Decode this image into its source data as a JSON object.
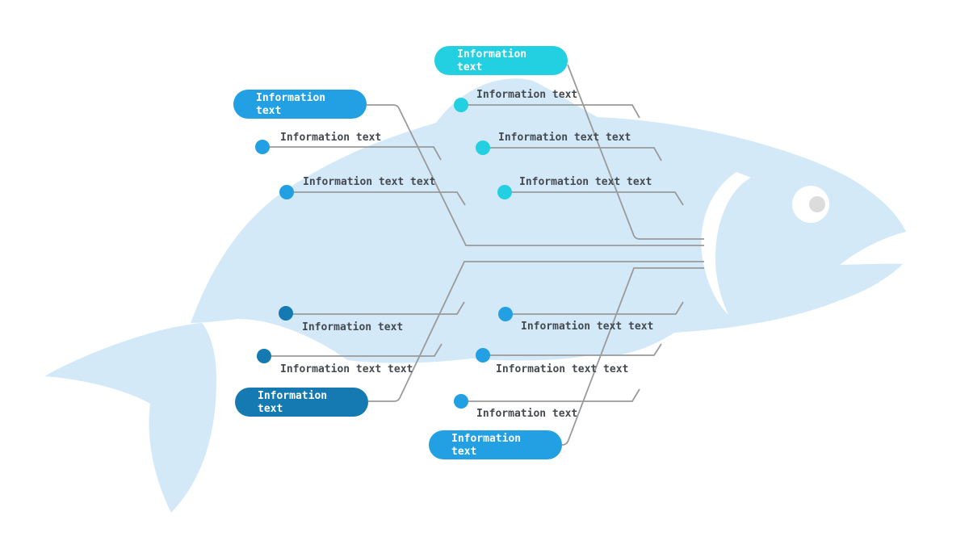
{
  "colors": {
    "fish_body": "#d3e9f8",
    "fish_eye_white": "#ffffff",
    "fish_pupil": "#dcdcdc",
    "line": "#9a9a9a",
    "label_text": "#444a50",
    "cyan": "#23d0e2",
    "blue": "#23a0e4",
    "dark_blue": "#1579b2"
  },
  "categories": [
    {
      "text": "Information\ntext",
      "color": "#23d0e2"
    },
    {
      "text": "Information\ntext",
      "color": "#23a0e4"
    },
    {
      "text": "Information\ntext",
      "color": "#1579b2"
    },
    {
      "text": "Information\ntext",
      "color": "#23a0e4"
    }
  ],
  "causes": [
    {
      "text": "Information text",
      "color": "#23d0e2"
    },
    {
      "text": "Information text text",
      "color": "#23d0e2"
    },
    {
      "text": "Information text text",
      "color": "#23d0e2"
    },
    {
      "text": "Information text",
      "color": "#23a0e4"
    },
    {
      "text": "Information text text",
      "color": "#23a0e4"
    },
    {
      "text": "Information text",
      "color": "#1579b2"
    },
    {
      "text": "Information text text",
      "color": "#1579b2"
    },
    {
      "text": "Information text text",
      "color": "#23a0e4"
    },
    {
      "text": "Information text text",
      "color": "#23a0e4"
    },
    {
      "text": "Information text",
      "color": "#23a0e4"
    }
  ]
}
